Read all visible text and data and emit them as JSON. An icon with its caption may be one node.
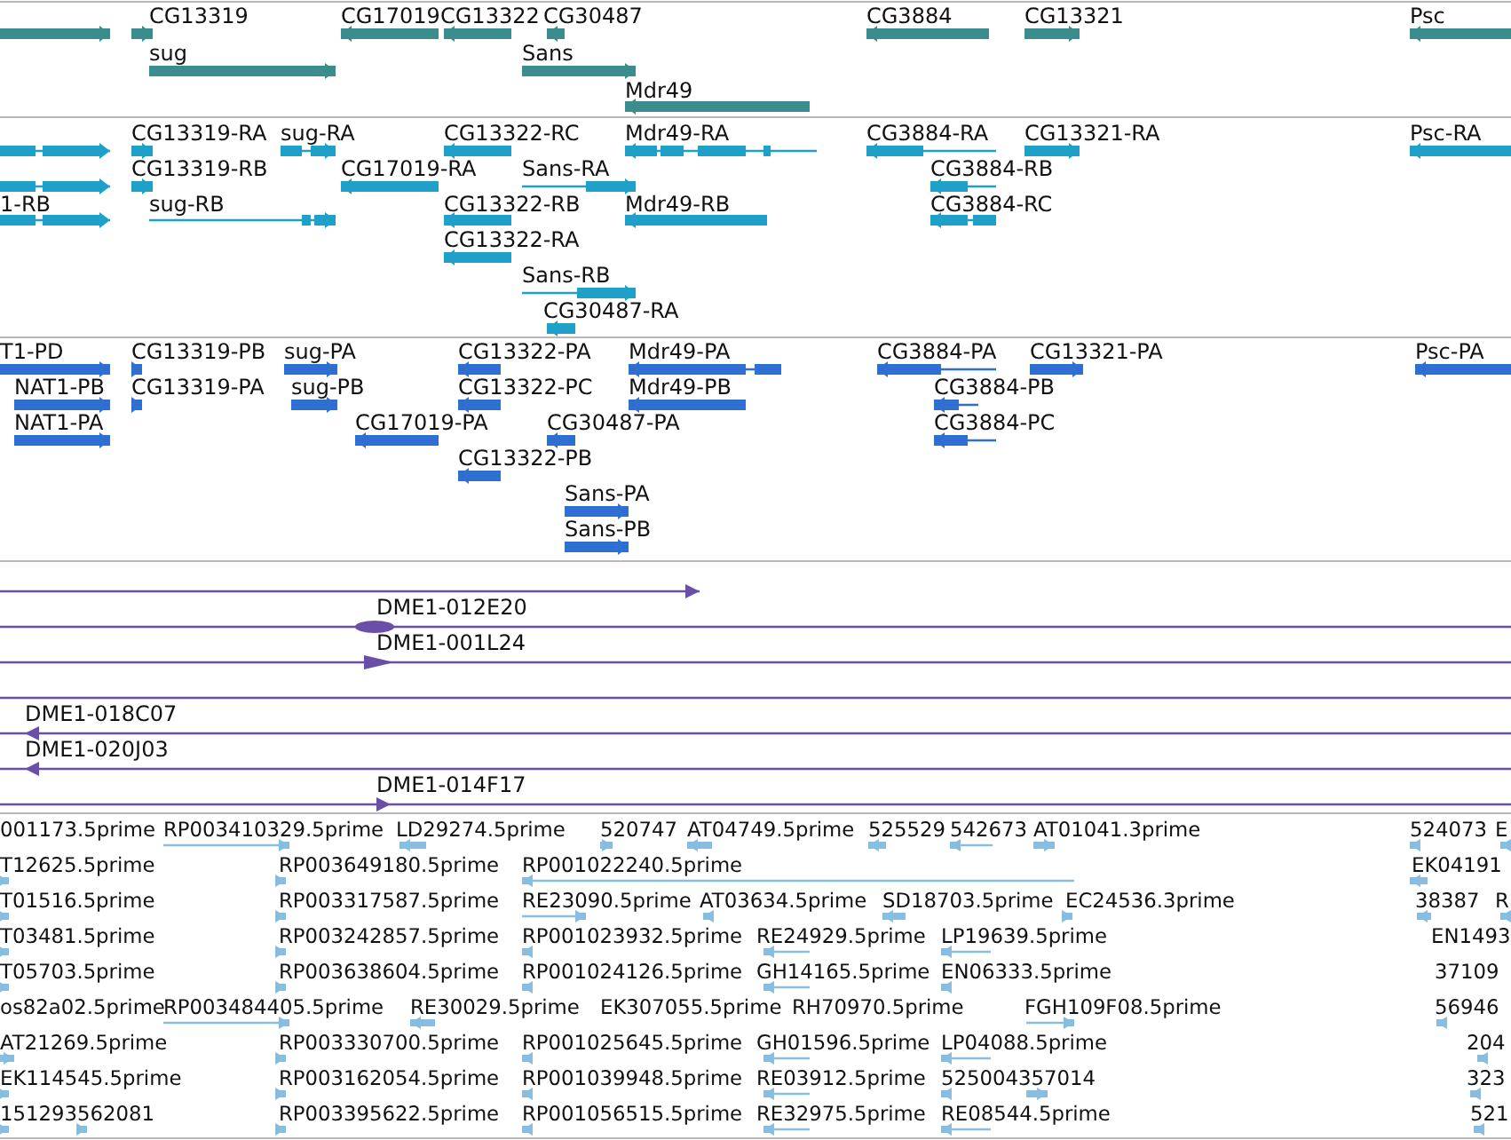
{
  "diagram": {
    "labels": [
      "CG13319",
      "CG17019",
      "CG13322",
      "CG30487",
      "CG3884",
      "CG13321",
      "Psc",
      "sug",
      "Sans",
      "Mdr49",
      "CG13319-RA",
      "sug-RA",
      "CG13322-RC",
      "Mdr49-RA",
      "CG3884-RA",
      "CG13321-RA",
      "Psc-RA",
      "CG13319-RB",
      "CG17019-RA",
      "Sans-RA",
      "CG3884-RB",
      "1-RB",
      "sug-RB",
      "CG13322-RB",
      "Mdr49-RB",
      "CG3884-RC",
      "CG13322-RA",
      "Sans-RB",
      "CG30487-RA",
      "T1-PD",
      "CG13319-PB",
      "sug-PA",
      "CG13322-PA",
      "Mdr49-PA",
      "CG3884-PA",
      "CG13321-PA",
      "Psc-PA",
      "NAT1-PB",
      "CG13319-PA",
      "sug-PB",
      "CG13322-PC",
      "Mdr49-PB",
      "CG3884-PB",
      "NAT1-PA",
      "CG17019-PA",
      "CG30487-PA",
      "CG3884-PC",
      "CG13322-PB",
      "Sans-PA",
      "Sans-PB",
      "DME1-012E20",
      "DME1-001L24",
      "DME1-018C07",
      "DME1-020J03",
      "DME1-014F17",
      "001173.5prime",
      "RP003410329.5prime",
      "LD29274.5prime",
      "520747",
      "AT04749.5prime",
      "525529",
      "542673",
      "AT01041.3prime",
      "524073",
      "E",
      "T12625.5prime",
      "RP003649180.5prime",
      "RP001022240.5prime",
      "EK04191",
      "T01516.5prime",
      "RP003317587.5prime",
      "RE23090.5prime",
      "AT03634.5prime",
      "SD18703.5prime",
      "EC24536.3prime",
      "38387",
      "R",
      "T03481.5prime",
      "RP003242857.5prime",
      "RP001023932.5prime",
      "RE24929.5prime",
      "LP19639.5prime",
      "EN1493",
      "T05703.5prime",
      "RP003638604.5prime",
      "RP001024126.5prime",
      "GH14165.5prime",
      "EN06333.5prime",
      "37109",
      "os82a02.5prime",
      "RP003484405.5prime",
      "RE30029.5prime",
      "EK307055.5prime",
      "RH70970.5prime",
      "FGH109F08.5prime",
      "56946",
      "AT21269.5prime",
      "RP003330700.5prime",
      "RP001025645.5prime",
      "GH01596.5prime",
      "LP04088.5prime",
      "204",
      "EK114545.5prime",
      "RP003162054.5prime",
      "RP001039948.5prime",
      "RE03912.5prime",
      "525004357014",
      "323",
      "151293562081",
      "RP003395622.5prime",
      "RP001056515.5prime",
      "RE32975.5prime",
      "RE08544.5prime",
      "521"
    ]
  }
}
